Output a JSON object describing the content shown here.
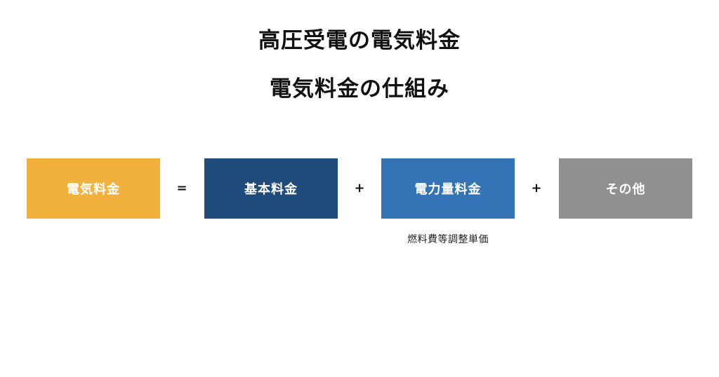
{
  "header": {
    "title": "高圧受電の電気料金",
    "subtitle": "電気料金の仕組み"
  },
  "formula": {
    "boxes": [
      {
        "label": "電気料金",
        "color": "#F1B13C"
      },
      {
        "label": "基本料金",
        "color": "#1F4B7B"
      },
      {
        "label": "電力量料金",
        "color": "#3373B6"
      },
      {
        "label": "その他",
        "color": "#909090"
      }
    ],
    "operators": [
      "=",
      "+",
      "+"
    ],
    "note": "燃料費等調整単価"
  }
}
